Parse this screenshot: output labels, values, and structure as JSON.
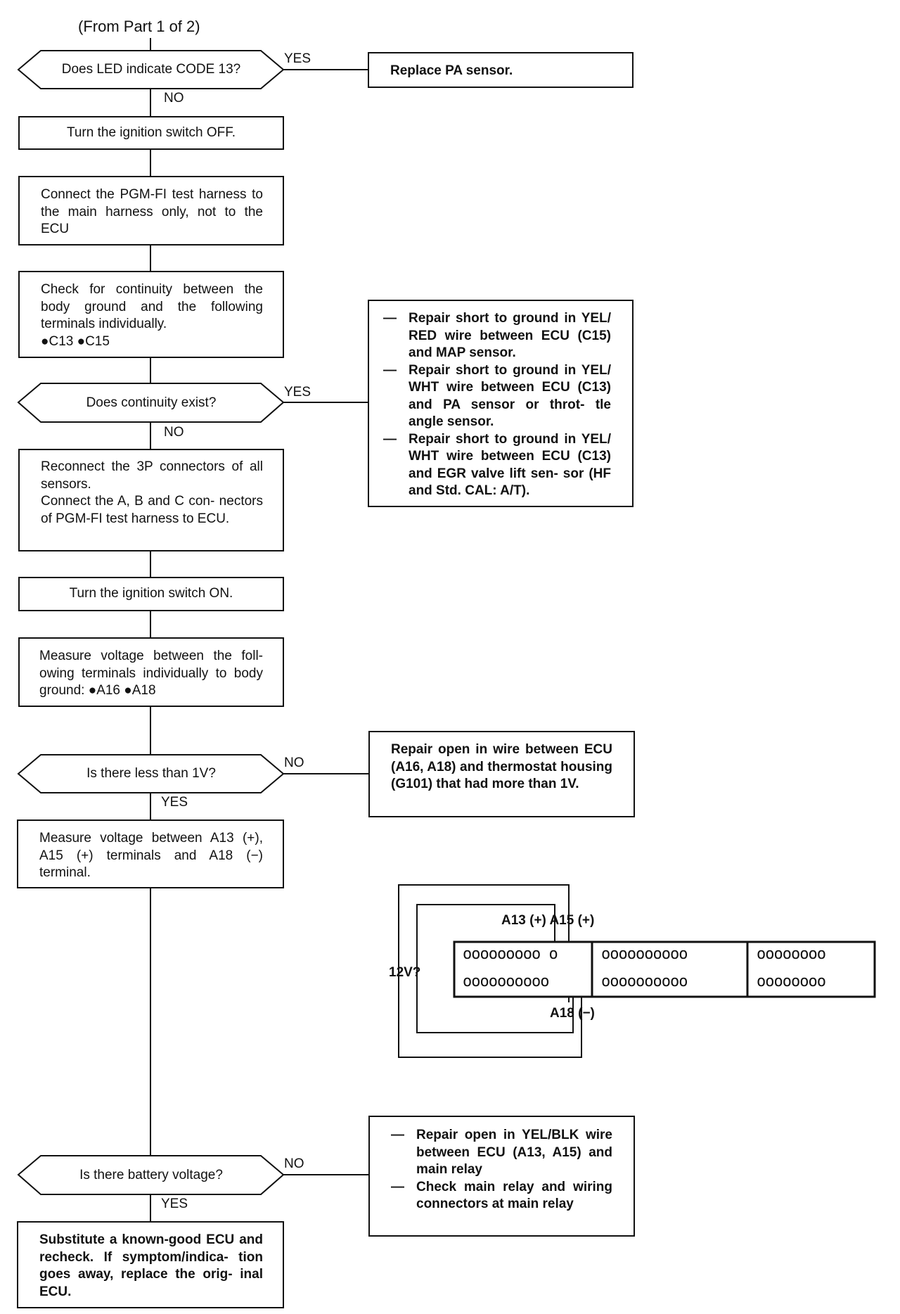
{
  "header": "(From Part 1 of 2)",
  "steps": {
    "d1_question": "Does LED indicate CODE 13?",
    "d1_yes_label": "YES",
    "d1_no_label": "NO",
    "d1_yes_action": "Replace PA sensor.",
    "s_ignition_off": "Turn the ignition switch OFF.",
    "s_connect_harness": "Connect the PGM-FI test harness to the main harness only, not to the ECU",
    "s_check_continuity": "Check for continuity between the body ground and the following terminals individually.",
    "s_check_continuity_terminals": "●C13 ●C15",
    "d2_question": "Does continuity exist?",
    "d2_yes_label": "YES",
    "d2_no_label": "NO",
    "d2_yes_actions": [
      "Repair short to ground in YEL/ RED wire between ECU (C15) and MAP sensor.",
      "Repair short to ground in YEL/ WHT wire between ECU (C13) and PA sensor or throt- tle angle sensor.",
      "Repair short to ground in YEL/ WHT wire between ECU (C13) and EGR valve lift sen- sor (HF and Std. CAL: A/T)."
    ],
    "s_reconnect_1": "Reconnect the 3P connectors of all sensors.",
    "s_reconnect_2": "Connect the A, B and C con- nectors of PGM-FI test harness to ECU.",
    "s_ignition_on": "Turn the ignition switch ON.",
    "s_measure_1": "Measure voltage between the foll- owing terminals individually to body ground: ●A16 ●A18",
    "d3_question": "Is there less than 1V?",
    "d3_no_label": "NO",
    "d3_yes_label": "YES",
    "d3_no_action": "Repair open in wire between ECU (A16, A18) and thermostat housing (G101) that had more than 1V.",
    "s_measure_2": "Measure voltage between A13 (+), A15 (+) terminals and A18 (−) terminal.",
    "d4_question": "Is there battery voltage?",
    "d4_no_label": "NO",
    "d4_yes_label": "YES",
    "d4_no_actions": [
      "Repair open in YEL/BLK wire between ECU (A13, A15) and main relay",
      "Check main relay and wiring connectors at main relay"
    ],
    "s_final": "Substitute a known-good ECU and recheck. If symptom/indica- tion goes away, replace the orig- inal ECU."
  },
  "connector_diagram": {
    "label_top": "A13 (+) A15 (+)",
    "label_bottom": "A18 (−)",
    "label_voltage": "12V?",
    "row1": [
      "ooooooooo o",
      "oooooooooo",
      "oooooooo"
    ],
    "row2": [
      "oooooooooo",
      "oooooooooo",
      "oooooooo"
    ]
  }
}
